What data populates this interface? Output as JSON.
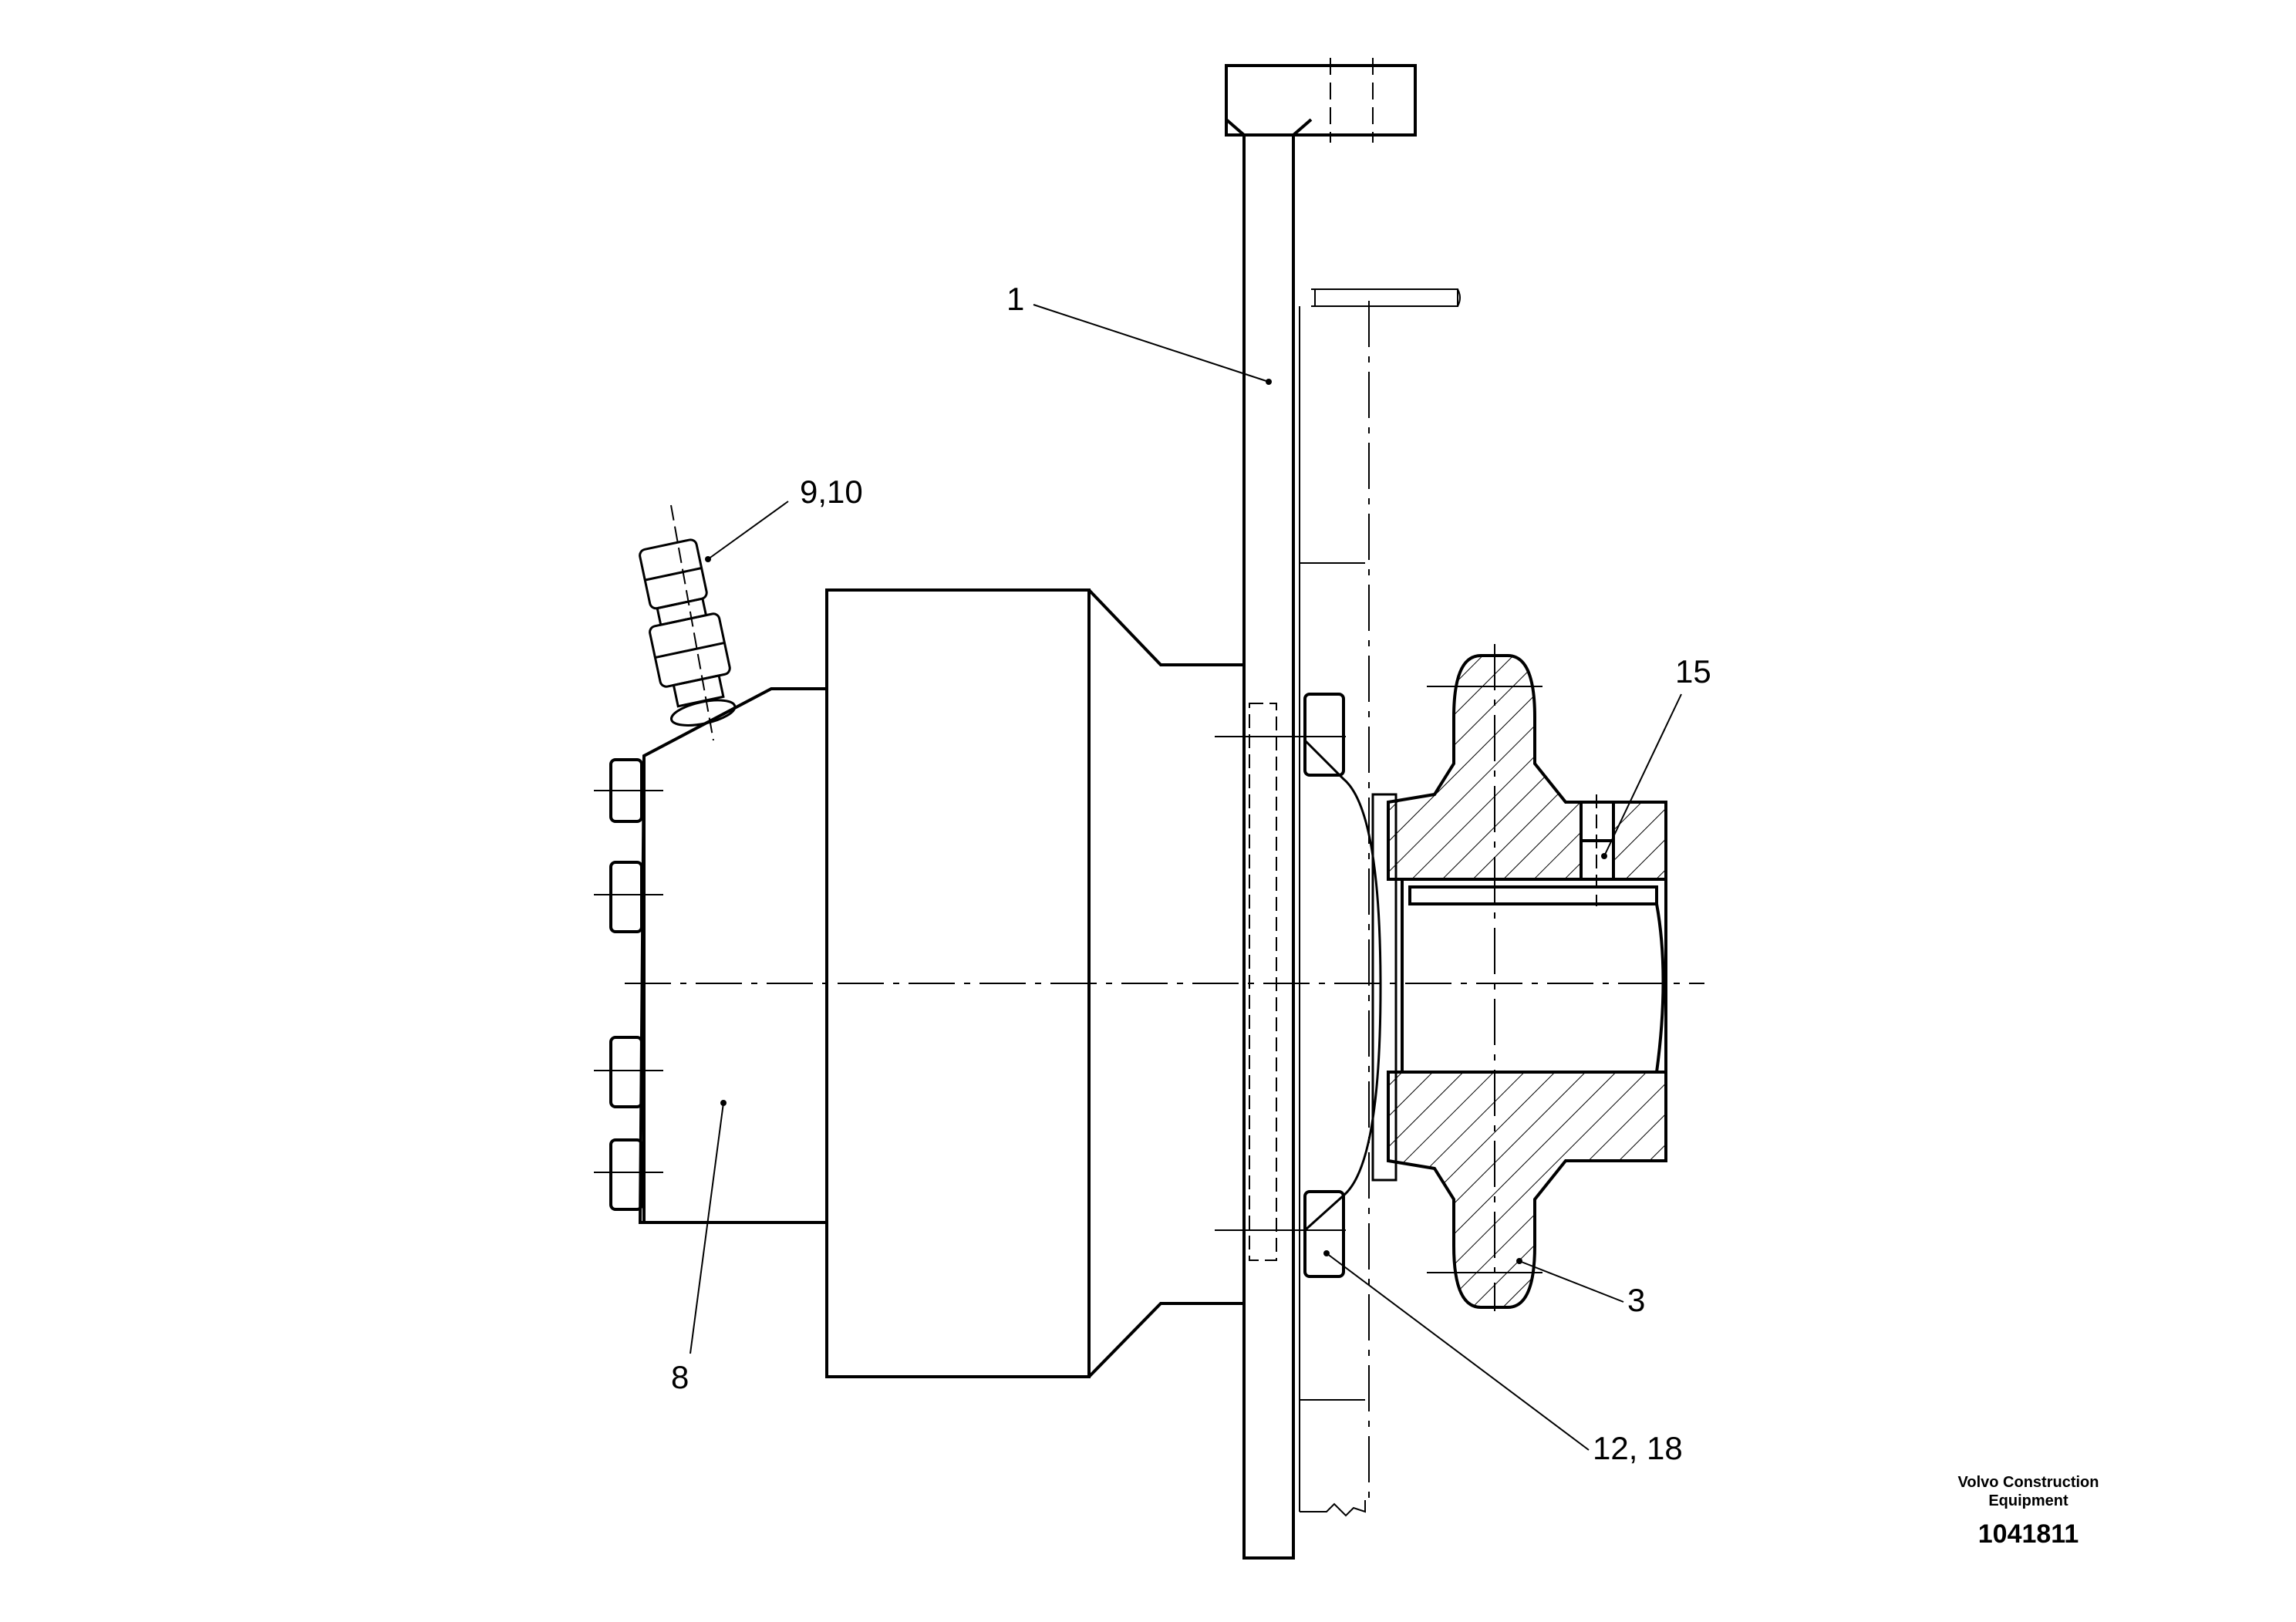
{
  "callouts": {
    "part_1": "1",
    "part_9_10": "9,10",
    "part_15": "15",
    "part_8": "8",
    "part_3": "3",
    "part_12_18": "12, 18"
  },
  "footer": {
    "company_line1": "Volvo Construction",
    "company_line2": "Equipment",
    "document_number": "1041811"
  }
}
